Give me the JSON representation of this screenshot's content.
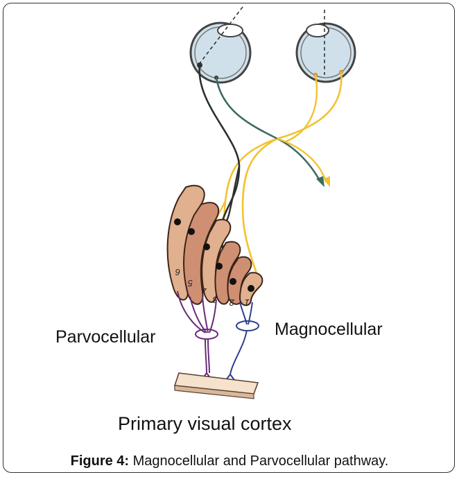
{
  "labels": {
    "parvocellular": "Parvocellular",
    "magnocellular": "Magnocellular",
    "primary_visual_cortex": "Primary visual cortex"
  },
  "layer_numbers": [
    "6",
    "5",
    "4",
    "3",
    "2",
    "1"
  ],
  "caption": {
    "figure_label": "Figure 4:",
    "text": " Magnocellular and Parvocellular pathway."
  },
  "colors": {
    "parvocellular_pathway": "#6b2a7a",
    "magnocellular_pathway": "#2d3f8f",
    "crossing_fiber": "#f2c230",
    "uncrossed_fiber": "#3b4a45",
    "lgn_layer_fill": "#d9a285",
    "eye_fill": "#cfe0ea",
    "cortex_fill": "#f6e2cc"
  }
}
